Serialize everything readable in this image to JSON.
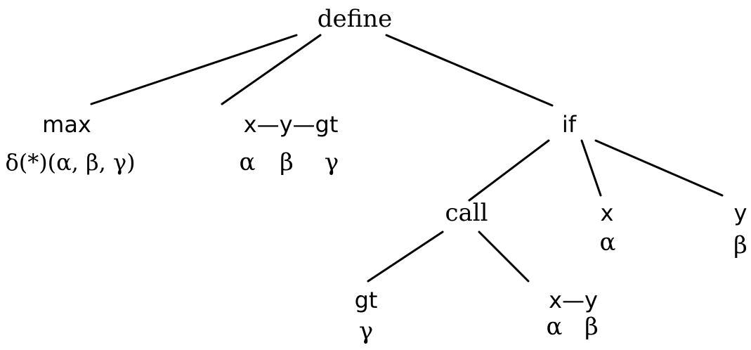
{
  "nodes": {
    "define": {
      "label": "define"
    },
    "max": {
      "label": "max",
      "type": "δ(*)(α, β, γ)"
    },
    "xygt": {
      "label": "x—y—gt",
      "types": [
        "α",
        "β",
        "γ"
      ]
    },
    "if": {
      "label": "if"
    },
    "call": {
      "label": "call"
    },
    "if_x": {
      "label": "x",
      "type": "α"
    },
    "if_y": {
      "label": "y",
      "type": "β"
    },
    "gt": {
      "label": "gt",
      "type": "γ"
    },
    "xy": {
      "label": "x—y",
      "types": [
        "α",
        "β"
      ]
    }
  },
  "edges": [
    [
      "define",
      "max"
    ],
    [
      "define",
      "xygt"
    ],
    [
      "define",
      "if"
    ],
    [
      "if",
      "call"
    ],
    [
      "if",
      "if_x"
    ],
    [
      "if",
      "if_y"
    ],
    [
      "call",
      "gt"
    ],
    [
      "call",
      "xy"
    ]
  ]
}
